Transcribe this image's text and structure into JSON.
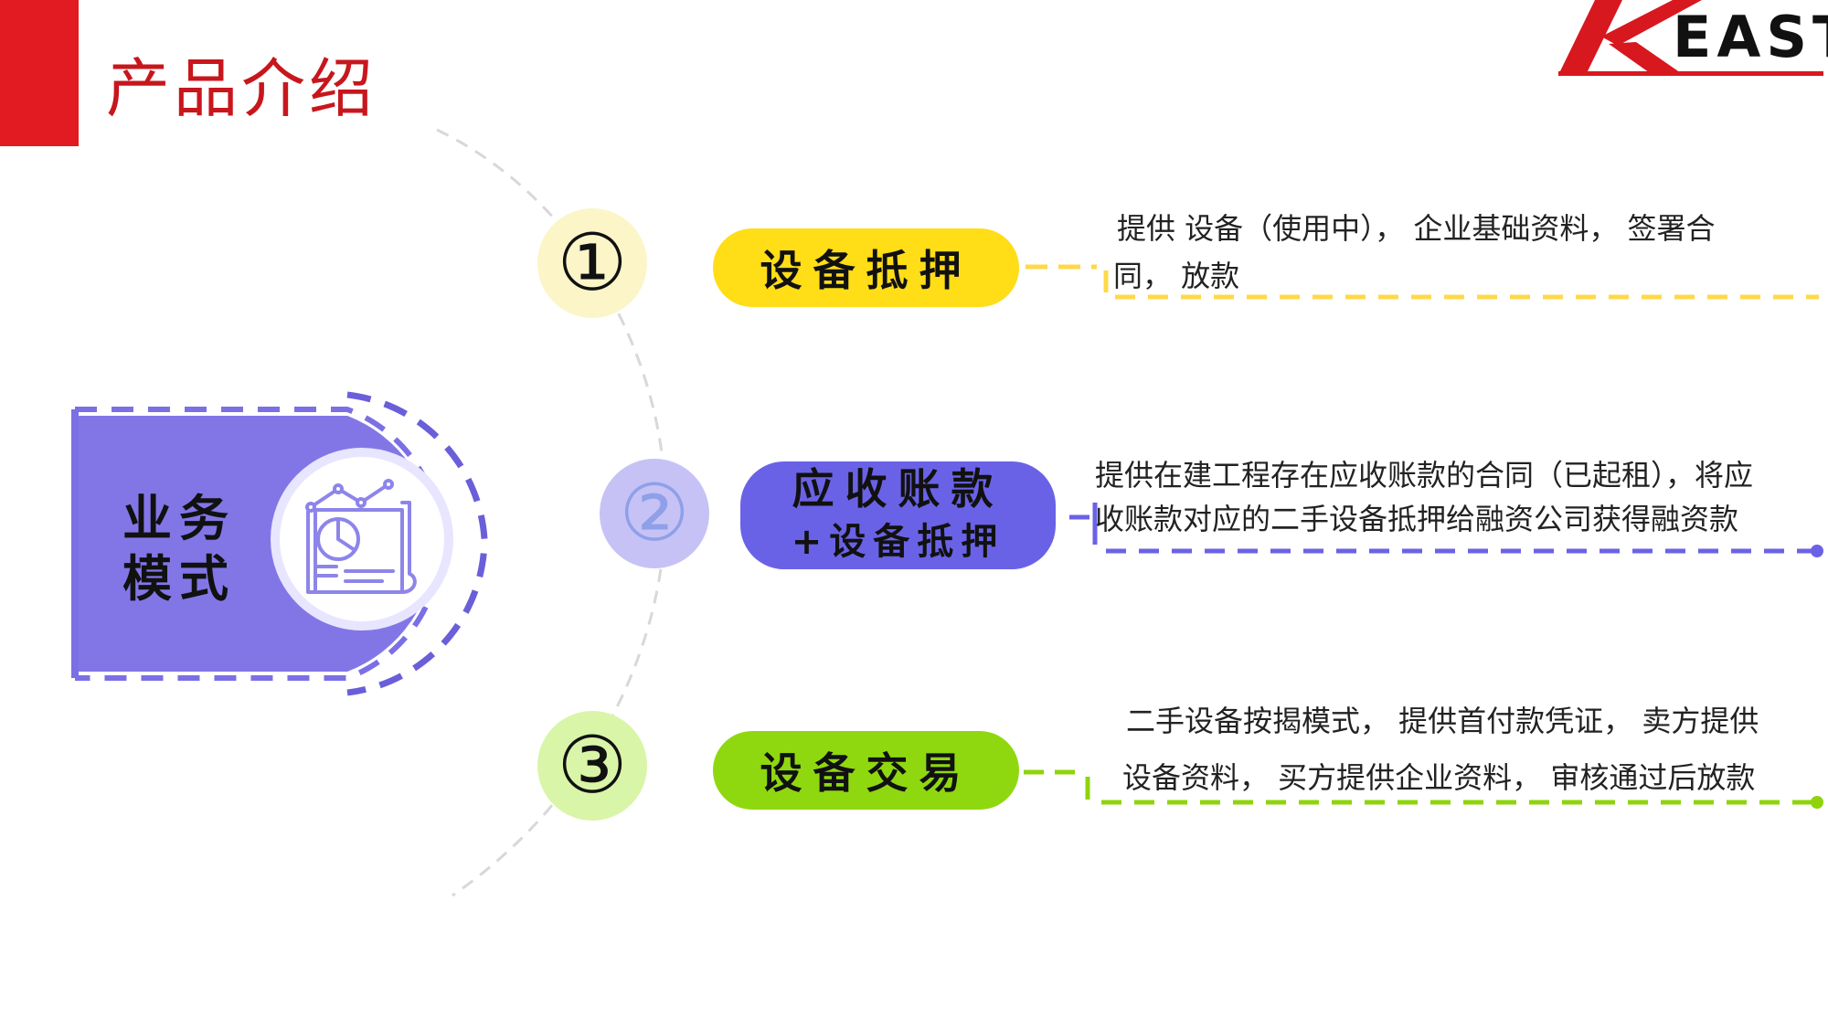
{
  "page": {
    "title": "产品介绍"
  },
  "logo": {
    "mark": "K",
    "text": "EAST",
    "color": "#d7181f"
  },
  "center": {
    "label_line1": "业务",
    "label_line2": "模式",
    "icon": "report-chart-icon",
    "color": "#7b6fe6"
  },
  "items": [
    {
      "number": "①",
      "title_line1": "设备抵押",
      "title_line2": "",
      "color": "#ffd600",
      "description_line1": "提供 设备（使用中）， 企业基础资料， 签署合",
      "description_line2": "同， 放款"
    },
    {
      "number": "②",
      "title_line1": "应收账款",
      "title_line2": "+设备抵押",
      "color": "#6a62e6",
      "description_line1": "提供在建工程存在应收账款的合同（已起租），将应",
      "description_line2": "收账款对应的二手设备抵押给融资公司获得融资款"
    },
    {
      "number": "③",
      "title_line1": "设备交易",
      "title_line2": "",
      "color": "#8fd40b",
      "description_line1": "二手设备按揭模式， 提供首付款凭证， 卖方提供",
      "description_line2": "设备资料， 买方提供企业资料， 审核通过后放款"
    }
  ]
}
